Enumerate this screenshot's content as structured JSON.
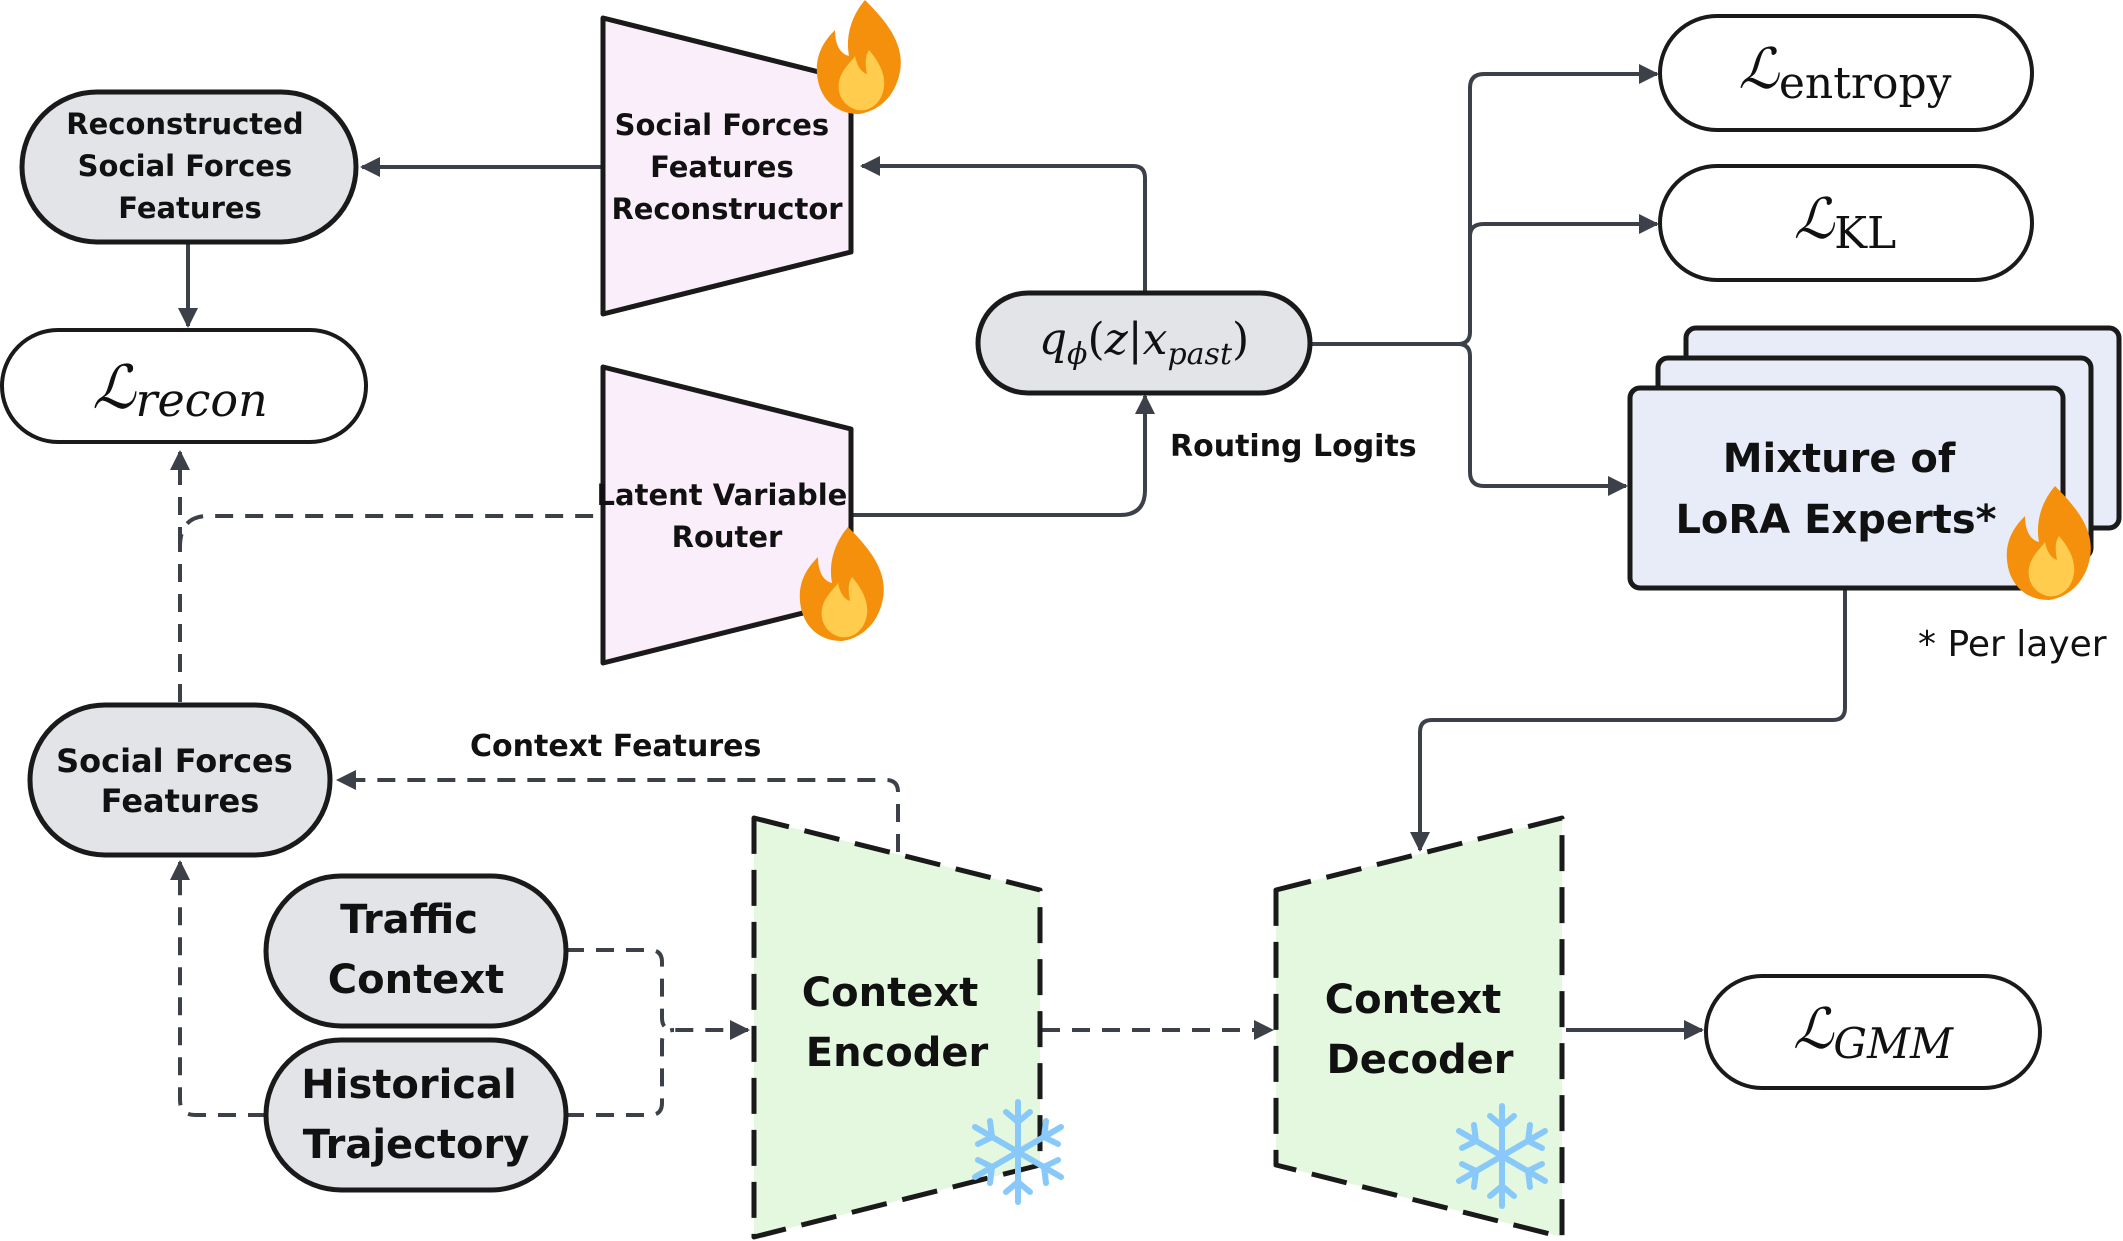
{
  "nodes": {
    "reconstructed": [
      "Reconstructed",
      "Social Forces",
      "Features"
    ],
    "sf_reconstructor": [
      "Social Forces",
      "Features",
      "Reconstructor"
    ],
    "latent_router": [
      "Latent Variable",
      "Router"
    ],
    "social_forces": [
      "Social Forces",
      "Features"
    ],
    "traffic_context": [
      "Traffic",
      "Context"
    ],
    "historical_trajectory": [
      "Historical",
      "Trajectory"
    ],
    "context_encoder": [
      "Context",
      "Encoder"
    ],
    "context_decoder": [
      "Context",
      "Decoder"
    ],
    "mixture_lora": [
      "Mixture of",
      "LoRA Experts*"
    ]
  },
  "losses": {
    "recon": {
      "symbol": "ℒ",
      "sub": "recon"
    },
    "entropy": {
      "symbol": "ℒ",
      "sub": "entropy"
    },
    "kl": {
      "symbol": "ℒ",
      "sub": "KL"
    },
    "gmm": {
      "symbol": "ℒ",
      "sub": "GMM"
    }
  },
  "posterior": {
    "q": "q",
    "phi": "ϕ",
    "open": "(",
    "z": "z",
    "bar": "|",
    "x": "x",
    "past": "past",
    "close": ")"
  },
  "labels": {
    "routing_logits": "Routing Logits",
    "context_features": "Context Features",
    "per_layer": "* Per layer"
  },
  "colors": {
    "trainable_fill": "#fbeefb",
    "frozen_fill": "#e4f8e0",
    "node_fill": "#e2e4e8",
    "experts_fill": "#e8ecf8",
    "line": "#3c4048",
    "flame_outer": "#f4900c",
    "flame_inner": "#ffcc4d",
    "snowflake": "#88c9f9"
  }
}
